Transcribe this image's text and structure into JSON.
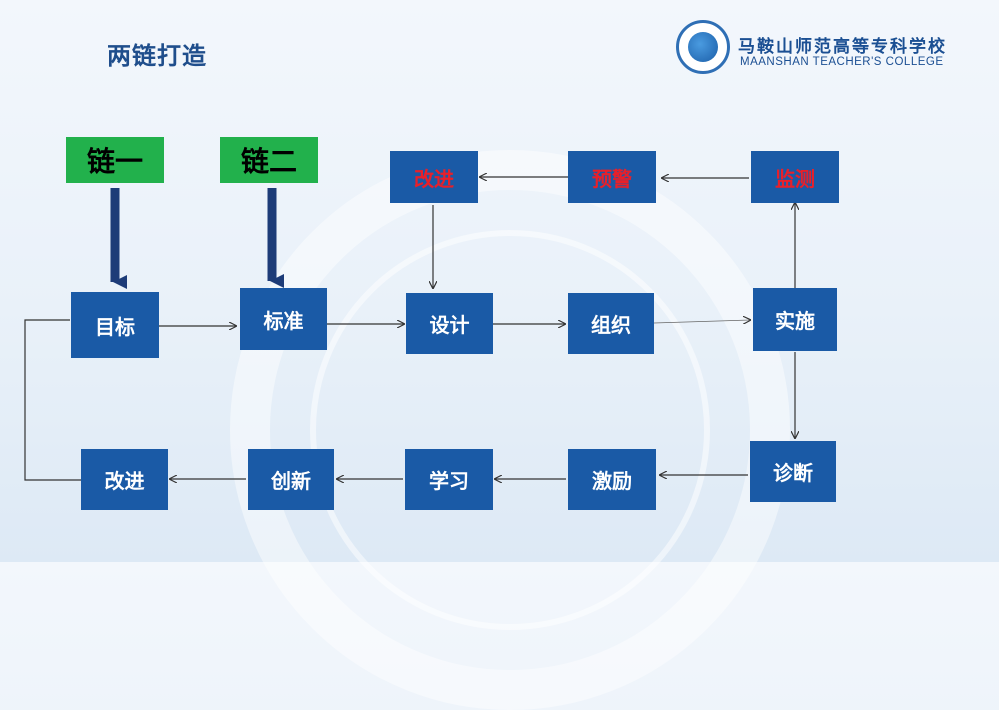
{
  "title": "两链打造",
  "school": {
    "name_cn": "马鞍山师范高等专科学校",
    "name_en": "MAANSHAN TEACHER'S COLLEGE"
  },
  "chains": [
    "链一",
    "链二"
  ],
  "top_row": [
    "改进",
    "预警",
    "监测"
  ],
  "middle_row": [
    "目标",
    "标准",
    "设计",
    "组织",
    "实施"
  ],
  "bottom_row": [
    "改进",
    "创新",
    "学习",
    "激励",
    "诊断"
  ],
  "colors": {
    "box": "#1a5aa6",
    "chain": "#22b14c",
    "alert_text": "#e8202a",
    "title": "#1f4e8c"
  }
}
